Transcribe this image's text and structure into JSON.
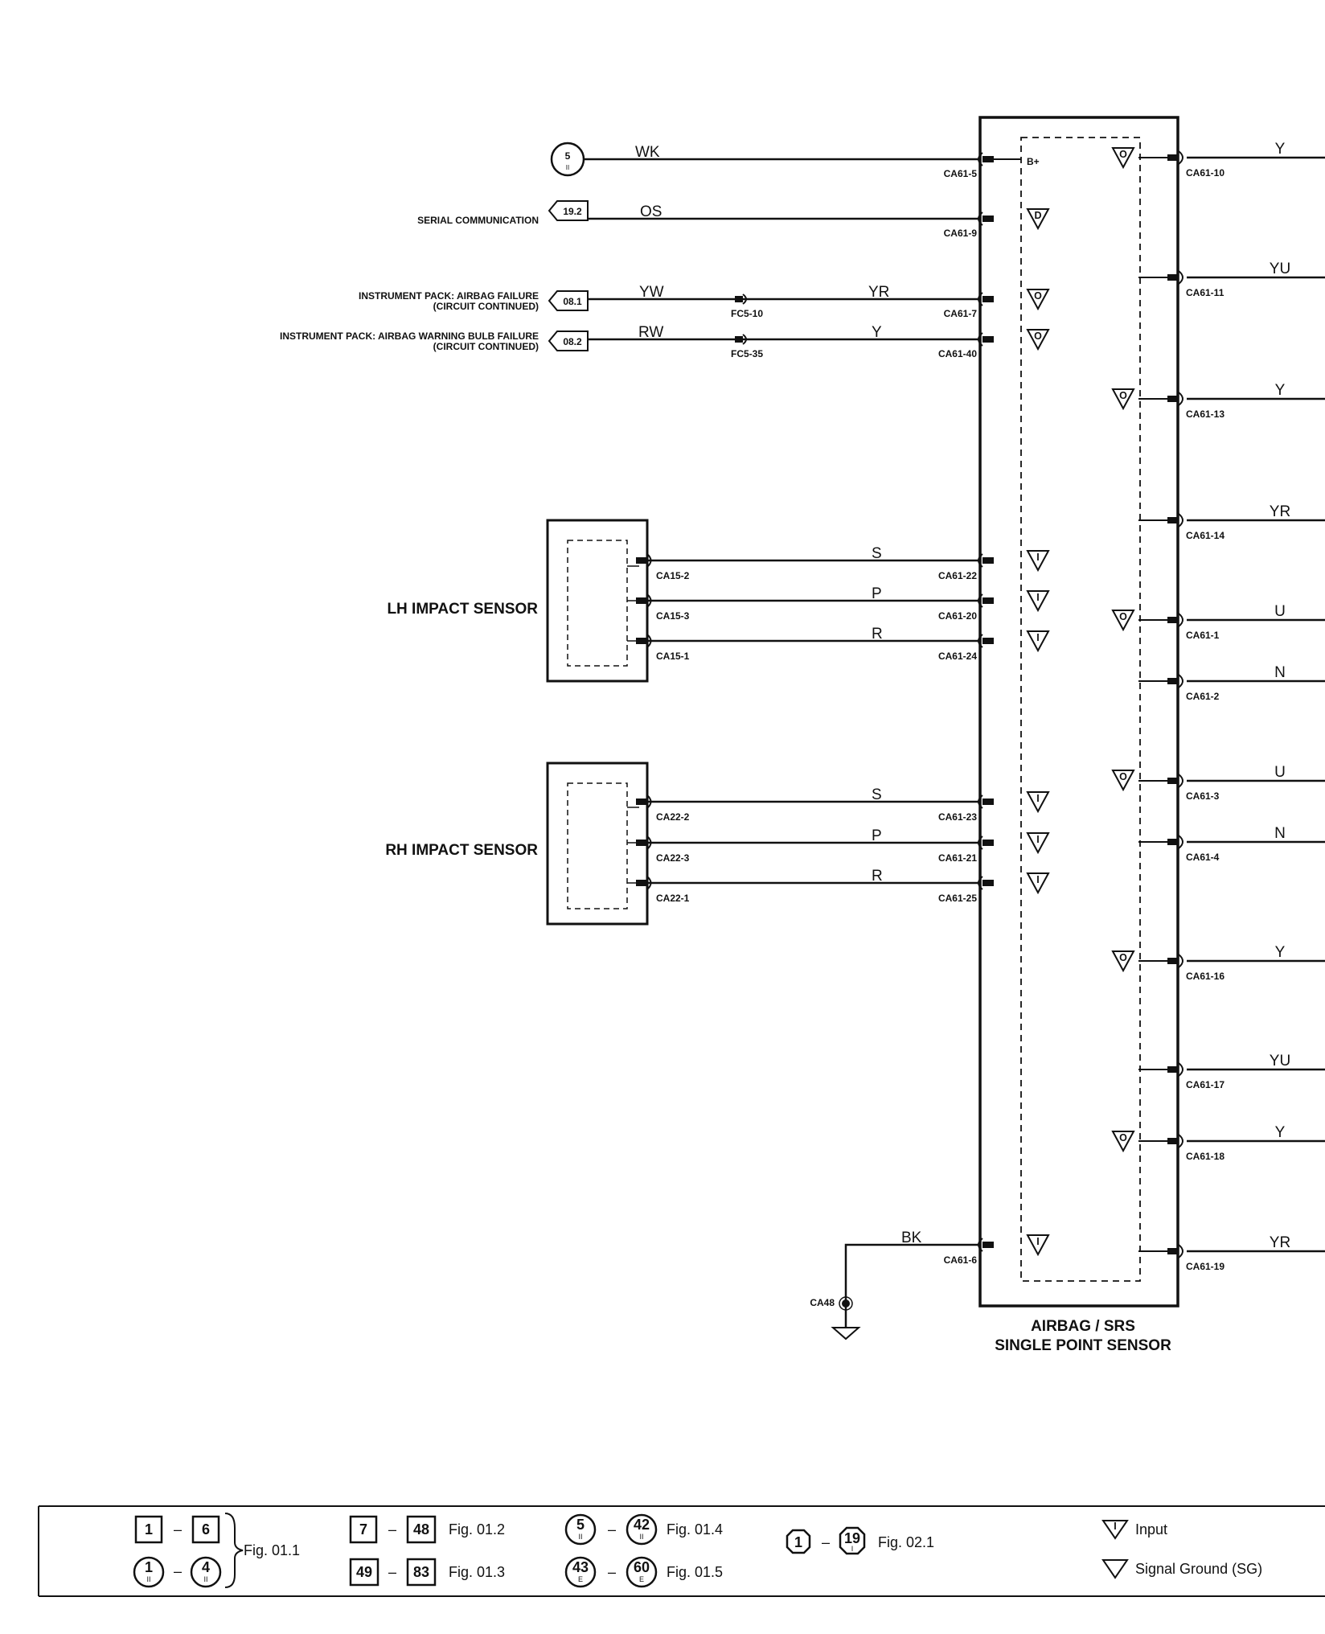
{
  "module": {
    "title_line1": "AIRBAG / SRS",
    "title_line2": "SINGLE POINT SENSOR",
    "bplus_label": "B+"
  },
  "sensors": {
    "lh": "LH IMPACT SENSOR",
    "rh": "RH IMPACT SENSOR"
  },
  "left_wires": [
    {
      "id": "ca61-5",
      "wire": "WK",
      "pin": "CA61-5",
      "badge": "5",
      "badge_sub": "II"
    },
    {
      "id": "ca61-9",
      "wire": "OS",
      "pin": "CA61-9",
      "ref": "19.2",
      "desc": "SERIAL COMMUNICATION"
    },
    {
      "id": "ca61-7",
      "wire_left": "YW",
      "wire_right": "YR",
      "pin": "CA61-7",
      "ref": "08.1",
      "splice": "FC5-10",
      "desc_line1": "INSTRUMENT PACK: AIRBAG FAILURE",
      "desc_line2": "(CIRCUIT CONTINUED)"
    },
    {
      "id": "ca61-40",
      "wire_left": "RW",
      "wire_right": "Y",
      "pin": "CA61-40",
      "ref": "08.2",
      "splice": "FC5-35",
      "desc_line1": "INSTRUMENT PACK: AIRBAG WARNING BULB FAILURE",
      "desc_line2": "(CIRCUIT CONTINUED)"
    }
  ],
  "sensor_wires": [
    {
      "id": "ca61-22",
      "wire": "S",
      "sensor_pin": "CA15-2",
      "pin": "CA61-22"
    },
    {
      "id": "ca61-20",
      "wire": "P",
      "sensor_pin": "CA15-3",
      "pin": "CA61-20"
    },
    {
      "id": "ca61-24",
      "wire": "R",
      "sensor_pin": "CA15-1",
      "pin": "CA61-24"
    },
    {
      "id": "ca61-23",
      "wire": "S",
      "sensor_pin": "CA22-2",
      "pin": "CA61-23"
    },
    {
      "id": "ca61-21",
      "wire": "P",
      "sensor_pin": "CA22-3",
      "pin": "CA61-21"
    },
    {
      "id": "ca61-25",
      "wire": "R",
      "sensor_pin": "CA22-1",
      "pin": "CA61-25"
    }
  ],
  "ground": {
    "wire": "BK",
    "pin": "CA61-6",
    "point": "CA48"
  },
  "right_pins": [
    {
      "pin": "CA61-10",
      "wire": "Y"
    },
    {
      "pin": "CA61-11",
      "wire": "YU"
    },
    {
      "pin": "CA61-13",
      "wire": "Y"
    },
    {
      "pin": "CA61-14",
      "wire": "YR"
    },
    {
      "pin": "CA61-1",
      "wire": "U"
    },
    {
      "pin": "CA61-2",
      "wire": "N"
    },
    {
      "pin": "CA61-3",
      "wire": "U"
    },
    {
      "pin": "CA61-4",
      "wire": "N"
    },
    {
      "pin": "CA61-16",
      "wire": "Y"
    },
    {
      "pin": "CA61-17",
      "wire": "YU"
    },
    {
      "pin": "CA61-18",
      "wire": "Y"
    },
    {
      "pin": "CA61-19",
      "wire": "YR"
    }
  ],
  "markers": {
    "output": "O",
    "data": "D",
    "input": "I"
  },
  "legend": {
    "r1_a": "1",
    "r1_b": "6",
    "r2_a": "1",
    "r2_a_sub": "II",
    "r2_b": "4",
    "r2_b_sub": "II",
    "fig_a": "Fig. 01.1",
    "r3_a": "7",
    "r3_b": "48",
    "fig_b": "Fig. 01.2",
    "r4_a": "49",
    "r4_b": "83",
    "fig_c": "Fig. 01.3",
    "r5_a": "5",
    "r5_a_sub": "II",
    "r5_b": "42",
    "r5_b_sub": "II",
    "fig_d": "Fig. 01.4",
    "r6_a": "43",
    "r6_a_sub": "E",
    "r6_b": "60",
    "r6_b_sub": "E",
    "fig_e": "Fig. 01.5",
    "r7_a": "1",
    "r7_b": "19",
    "r7_b_sub": "I",
    "fig_f": "Fig. 02.1",
    "dash": "–",
    "input_mark": "I",
    "input_label": "Input",
    "sg_label": "Signal Ground (SG)"
  },
  "colors": {
    "ink": "#111111",
    "background": "#ffffff"
  }
}
